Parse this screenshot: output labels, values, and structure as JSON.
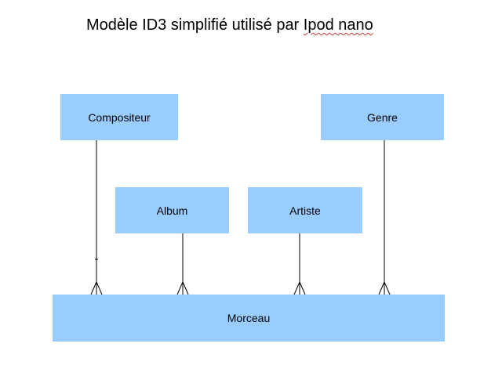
{
  "title": {
    "main": "Modèle ID3 simplifié utilisé par",
    "underlined": "Ipod nano"
  },
  "entities": {
    "compositeur": "Compositeur",
    "genre": "Genre",
    "album": "Album",
    "artiste": "Artiste",
    "morceau": "Morceau"
  },
  "relations": [
    {
      "from": "compositeur",
      "to": "morceau",
      "cardinality": "one-to-many"
    },
    {
      "from": "album",
      "to": "morceau",
      "cardinality": "one-to-many"
    },
    {
      "from": "artiste",
      "to": "morceau",
      "cardinality": "one-to-many"
    },
    {
      "from": "genre",
      "to": "morceau",
      "cardinality": "one-to-many"
    }
  ],
  "colors": {
    "entity_fill": "#99ccff",
    "line": "#000000",
    "spellcheck_underline": "#cc3333"
  }
}
